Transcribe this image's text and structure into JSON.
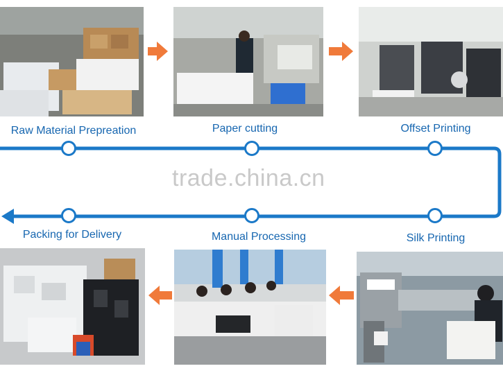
{
  "steps": {
    "raw_material": "Raw Material Prepreation",
    "paper_cutting": "Paper cutting",
    "offset_printing": "Offset Printing",
    "silk_printing": "Silk Printing",
    "manual_processing": "Manual Processing",
    "packing": "Packing for Delivery"
  },
  "watermark": "trade.china.cn",
  "colors": {
    "line": "#1b79c8",
    "label": "#1666b0",
    "arrow": "#f07a3a"
  }
}
